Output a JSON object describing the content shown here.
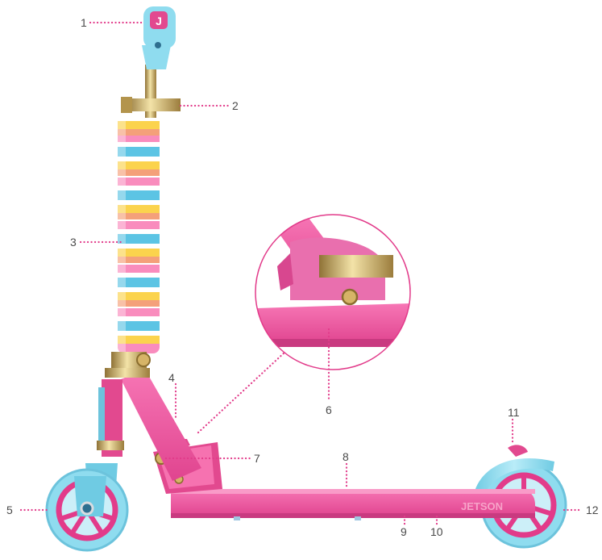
{
  "diagram": {
    "callouts": [
      {
        "number": "1"
      },
      {
        "number": "2"
      },
      {
        "number": "3"
      },
      {
        "number": "4"
      },
      {
        "number": "5"
      },
      {
        "number": "6"
      },
      {
        "number": "7"
      },
      {
        "number": "8"
      },
      {
        "number": "9"
      },
      {
        "number": "10"
      },
      {
        "number": "11"
      },
      {
        "number": "12"
      }
    ],
    "deck_brand": "JETSON"
  },
  "colors": {
    "deck_pink": "#f0569f",
    "deck_dark": "#c93a80",
    "wheel_blue": "#8fdcef",
    "hub_pink": "#e23b8a",
    "gold": "#c9aa5a",
    "leader_pink": "#e23b8a",
    "label_gray": "#4a4a4a"
  }
}
